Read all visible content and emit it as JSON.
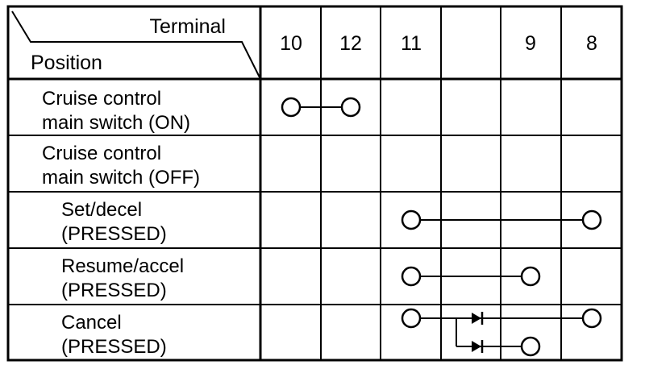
{
  "header": {
    "terminal_label": "Terminal",
    "position_label": "Position"
  },
  "terminals": [
    "10",
    "12",
    "11",
    "",
    "9",
    "8"
  ],
  "rows": [
    {
      "lines": [
        "Cruise control",
        "main switch (ON)"
      ]
    },
    {
      "lines": [
        "Cruise control",
        "main switch (OFF)"
      ]
    },
    {
      "lines": [
        "Set/decel",
        "(PRESSED)"
      ]
    },
    {
      "lines": [
        "Resume/accel",
        "(PRESSED)"
      ]
    },
    {
      "lines": [
        "Cancel",
        "(PRESSED)"
      ]
    }
  ],
  "connections": [
    {
      "row": 0,
      "from_terminal": "10",
      "to_terminal": "12"
    },
    {
      "row": 2,
      "from_terminal": "11",
      "to_terminal": "8"
    },
    {
      "row": 3,
      "from_terminal": "11",
      "to_terminal": "9"
    },
    {
      "row": 4,
      "from_terminal": "11",
      "to_terminal": "8",
      "diode": true
    },
    {
      "row": 4,
      "from_terminal": "11",
      "to_terminal": "9",
      "diode": true,
      "branch": true
    }
  ]
}
